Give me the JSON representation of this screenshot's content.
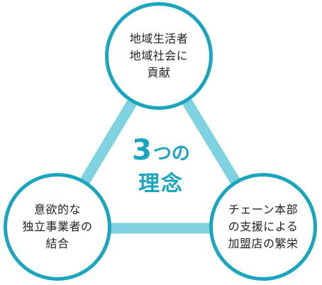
{
  "diagram": {
    "center": {
      "number": "3",
      "suffix": "つの",
      "word": "理念"
    },
    "nodes": [
      {
        "id": "top",
        "lines": [
          "地域生活者",
          "地域社会に",
          "貢献"
        ]
      },
      {
        "id": "left",
        "lines": [
          "意欲的な",
          "独立事業者の",
          "結合"
        ]
      },
      {
        "id": "right",
        "lines": [
          "チェーン本部",
          "の支援による",
          "加盟店の繁栄"
        ]
      }
    ]
  },
  "colors": {
    "circle_border": "#1AA5BE",
    "connector": "#7FD2E0",
    "title": "#1AA5BE",
    "text": "#222222",
    "background": "#ffffff"
  }
}
